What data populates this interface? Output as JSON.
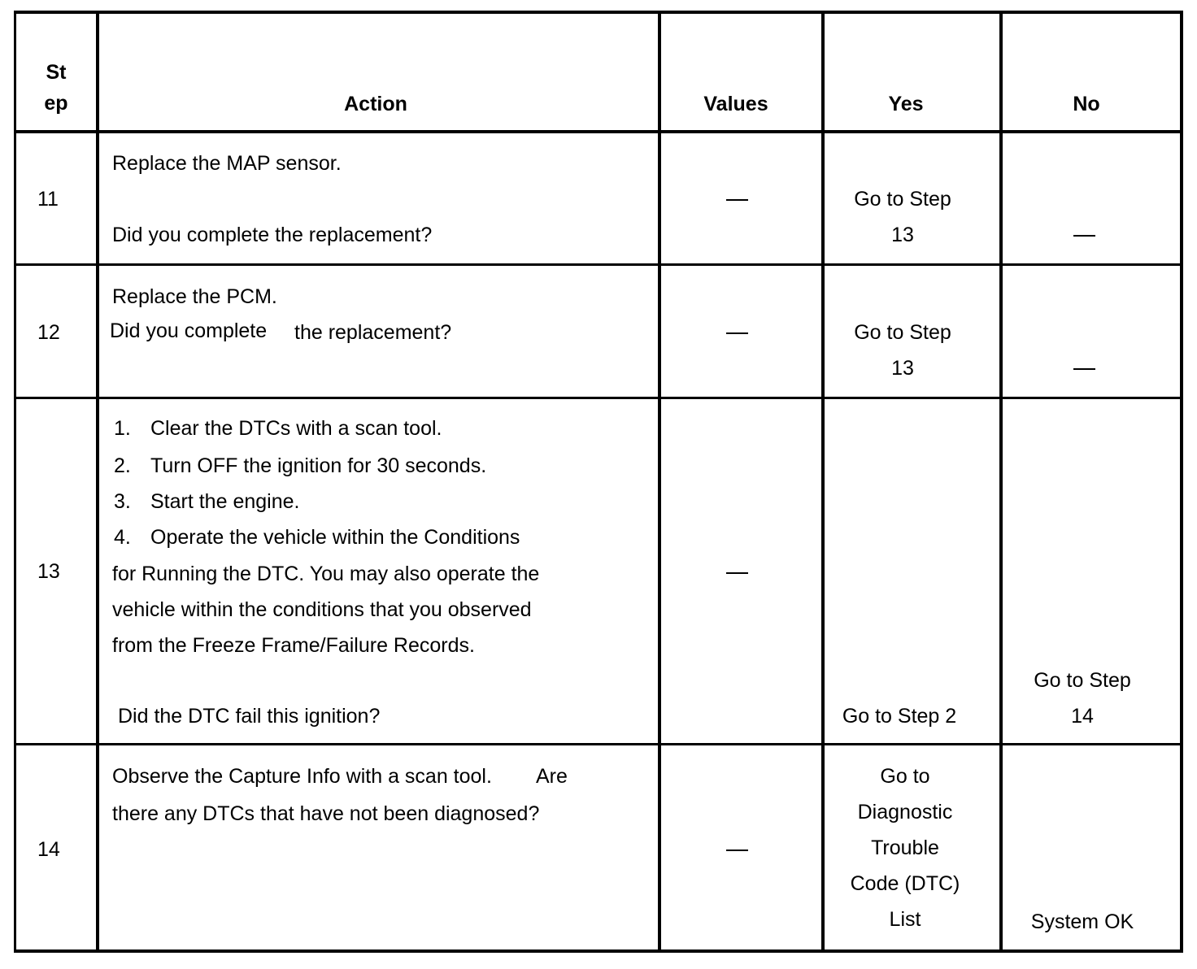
{
  "table": {
    "headers": {
      "step": [
        "St",
        "ep"
      ],
      "action": "Action",
      "values": "Values",
      "yes": "Yes",
      "no": "No"
    },
    "rows": [
      {
        "step": "11",
        "action": [
          "Replace the MAP sensor.",
          "Did you complete the replacement?"
        ],
        "values": "—",
        "yes": [
          "Go to Step",
          "13"
        ],
        "no": "—"
      },
      {
        "step": "12",
        "action": [
          "Replace the PCM.",
          "Did you complete",
          "the replacement?"
        ],
        "values": "—",
        "yes": [
          "Go to Step",
          "13"
        ],
        "no": "—"
      },
      {
        "step": "13",
        "action": [
          "1.",
          "Clear the DTCs with a scan tool.",
          "2.",
          "Turn OFF the ignition for 30 seconds.",
          "3.",
          "Start the engine.",
          "4.",
          "Operate the vehicle within the Conditions",
          "for Running the DTC. You may also operate the",
          "vehicle within the conditions that you observed",
          "from the Freeze Frame/Failure Records.",
          "Did the DTC fail this ignition?"
        ],
        "values": "—",
        "yes": [
          "Go to Step 2"
        ],
        "no": [
          "Go to Step",
          "14"
        ]
      },
      {
        "step": "14",
        "action": [
          "Observe the Capture Info with a scan tool.",
          "Are",
          "there any DTCs that have not been diagnosed?"
        ],
        "values": "—",
        "yes": [
          "Go to",
          "Diagnostic",
          "Trouble",
          "Code (DTC)",
          "List"
        ],
        "no": [
          "System OK"
        ]
      }
    ]
  }
}
